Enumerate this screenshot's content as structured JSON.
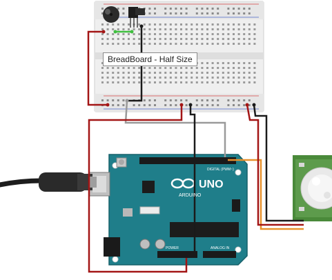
{
  "tooltip": {
    "text": "BreadBoard - Half Size"
  },
  "arduino": {
    "brand_text": "UNO",
    "maker_text": "ARDUINO",
    "header_digital": "DIGITAL (PWM~)",
    "header_analog": "ANALOG IN",
    "power_label": "POWER"
  },
  "colors": {
    "wire_red": "#a31515",
    "wire_black": "#1a1a1a",
    "wire_gray": "#9a9a9a",
    "wire_orange": "#e8912d",
    "wire_green": "#3fbf3f",
    "board_teal": "#1f7e8a",
    "breadboard": "#ececec",
    "pir_green": "#4a8a3a"
  },
  "icons": {
    "buzzer": "buzzer-icon",
    "transistor": "transistor-icon",
    "pir_sensor": "pir-sensor-icon",
    "usb_cable": "usb-cable-icon"
  }
}
